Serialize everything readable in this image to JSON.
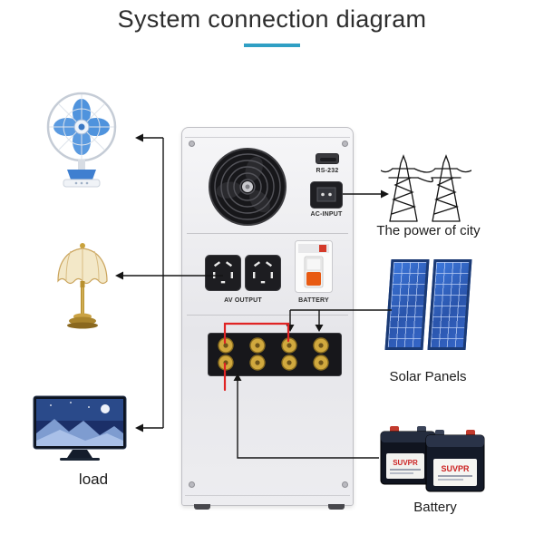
{
  "title": "System connection diagram",
  "accent_color": "#2f9fc4",
  "inverter": {
    "rs232_label": "RS-232",
    "ac_input_label": "AC-INPUT",
    "av_output_label": "AV OUTPUT",
    "breaker_label": "BATTERY"
  },
  "labels": {
    "load": "load",
    "city_power": "The power of city",
    "solar_panels": "Solar Panels",
    "battery": "Battery"
  },
  "battery_brand": "SUVPR"
}
